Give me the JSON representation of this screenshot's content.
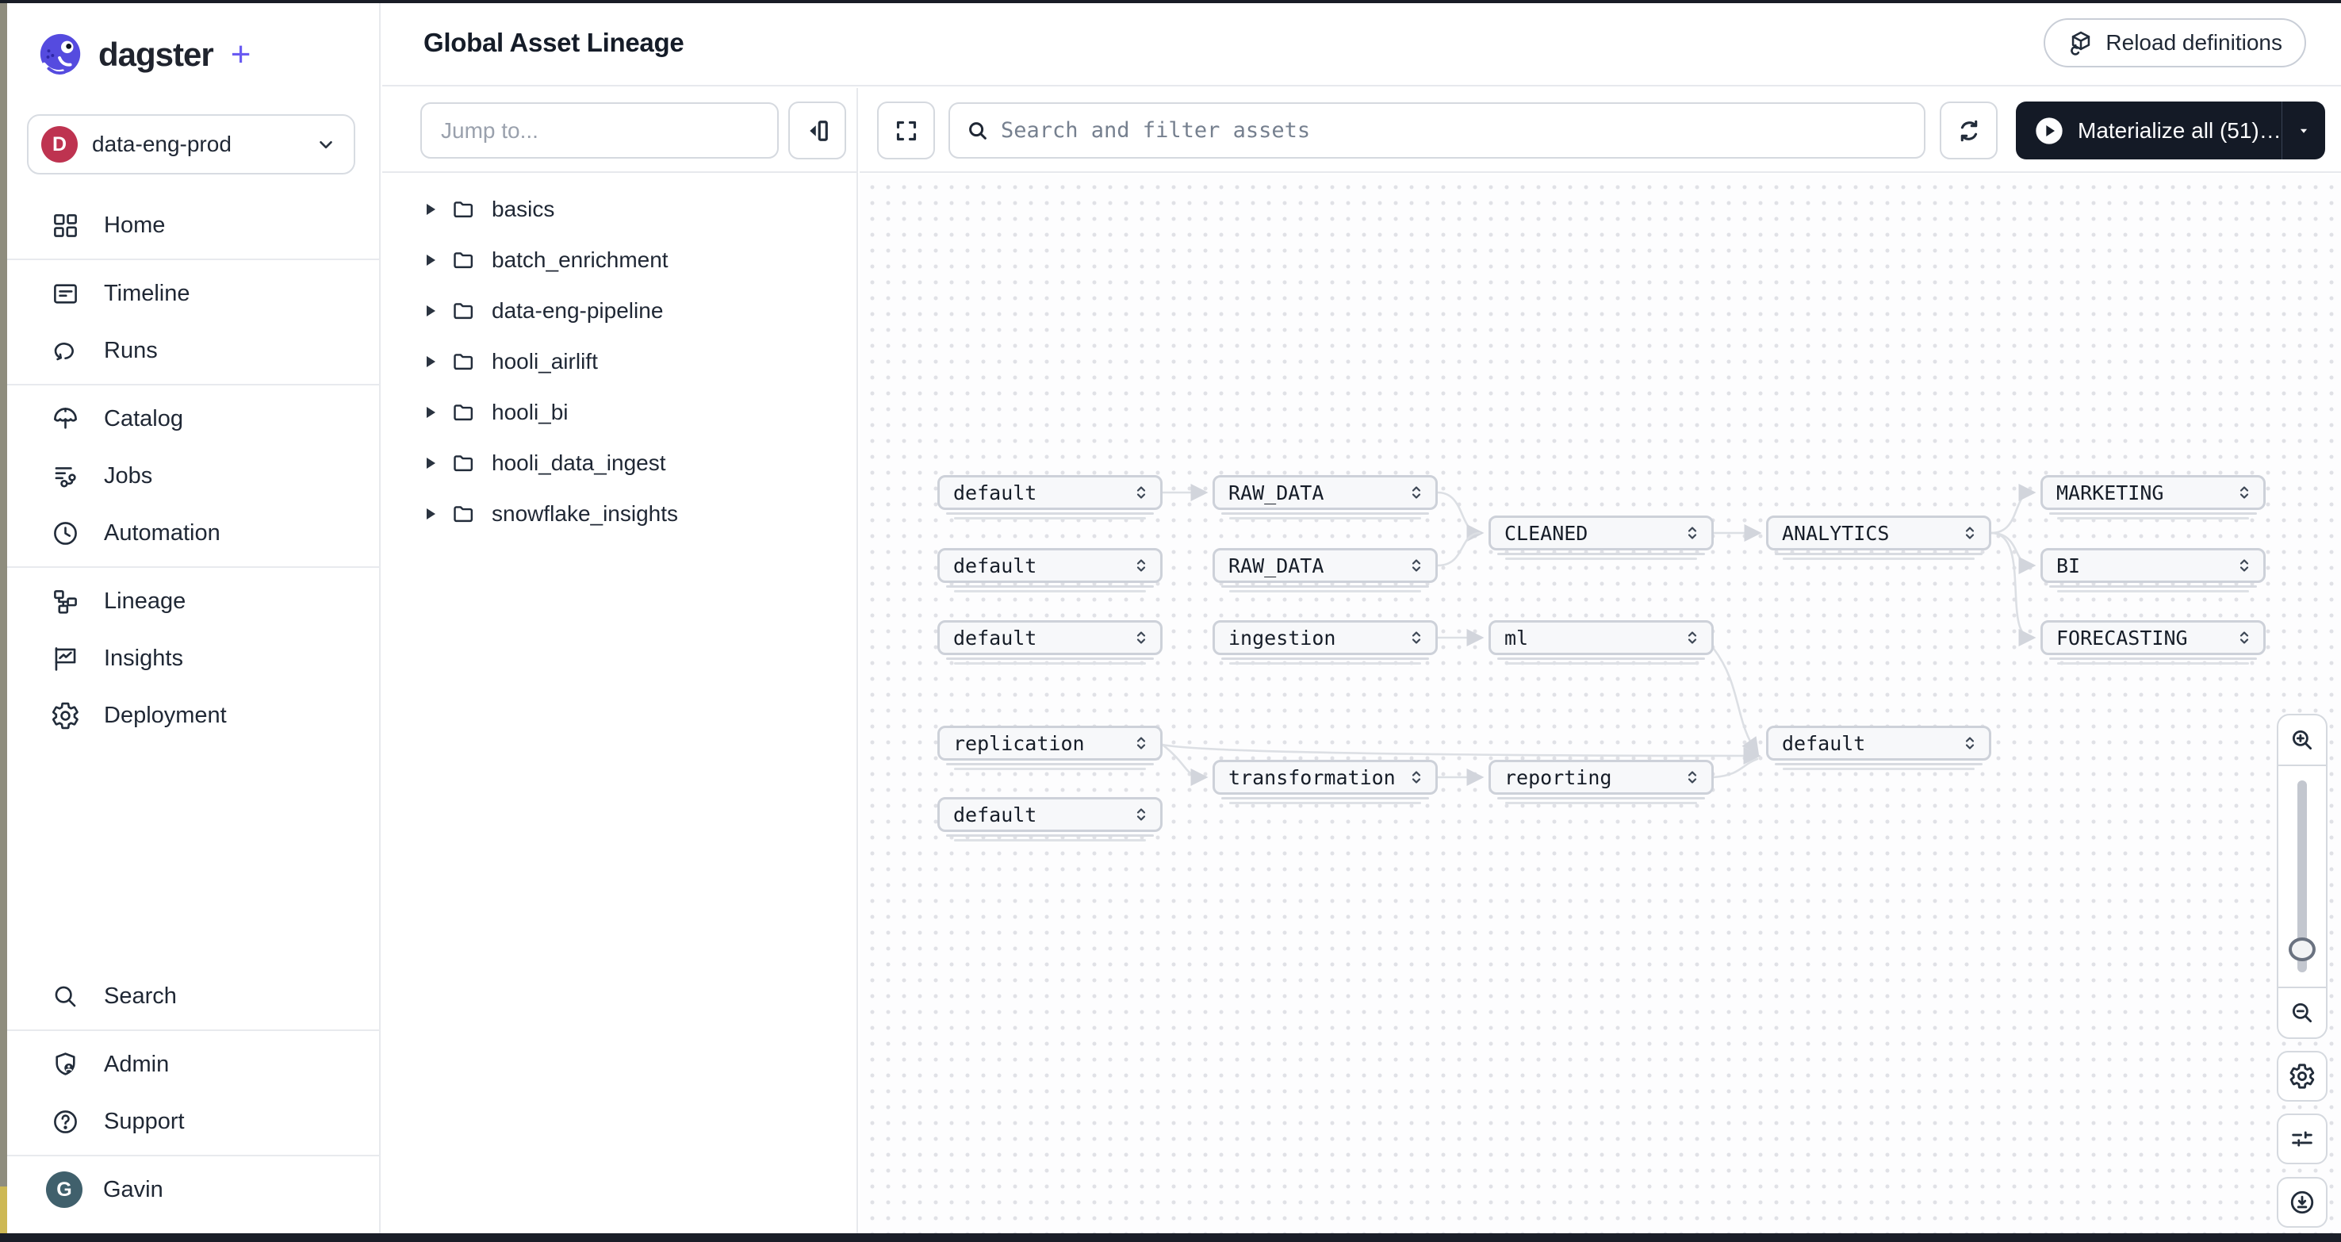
{
  "brand": {
    "name": "dagster",
    "plus": "+"
  },
  "sidebar": {
    "deployment_switcher": {
      "initial": "D",
      "label": "data-eng-prod"
    },
    "nav": [
      {
        "label": "Home",
        "icon": "home-icon"
      },
      {
        "label": "Timeline",
        "icon": "timeline-icon"
      },
      {
        "label": "Runs",
        "icon": "runs-icon"
      },
      {
        "label": "Catalog",
        "icon": "catalog-icon"
      },
      {
        "label": "Jobs",
        "icon": "jobs-icon"
      },
      {
        "label": "Automation",
        "icon": "automation-icon"
      },
      {
        "label": "Lineage",
        "icon": "lineage-icon"
      },
      {
        "label": "Insights",
        "icon": "insights-icon"
      },
      {
        "label": "Deployment",
        "icon": "deployment-icon"
      }
    ],
    "footer_nav": [
      {
        "label": "Search",
        "icon": "search-icon"
      },
      {
        "label": "Admin",
        "icon": "shield-person-icon"
      },
      {
        "label": "Support",
        "icon": "help-icon"
      }
    ],
    "user": {
      "initial": "G",
      "name": "Gavin"
    }
  },
  "header": {
    "title": "Global Asset Lineage",
    "reload_button_label": "Reload definitions"
  },
  "toolbar": {
    "jump_to_placeholder": "Jump to...",
    "search_placeholder": "Search and filter assets",
    "materialize_button_label": "Materialize all (51)…"
  },
  "asset_tree": {
    "folders": [
      "basics",
      "batch_enrichment",
      "data-eng-pipeline",
      "hooli_airlift",
      "hooli_bi",
      "hooli_data_ingest",
      "snowflake_insights"
    ]
  },
  "graph": {
    "nodes": [
      {
        "label": "default"
      },
      {
        "label": "RAW_DATA"
      },
      {
        "label": "default"
      },
      {
        "label": "RAW_DATA"
      },
      {
        "label": "CLEANED"
      },
      {
        "label": "ANALYTICS"
      },
      {
        "label": "MARKETING"
      },
      {
        "label": "BI"
      },
      {
        "label": "default"
      },
      {
        "label": "ingestion"
      },
      {
        "label": "ml"
      },
      {
        "label": "FORECASTING"
      },
      {
        "label": "replication"
      },
      {
        "label": "default"
      },
      {
        "label": "transformation"
      },
      {
        "label": "reporting"
      },
      {
        "label": "default"
      }
    ]
  },
  "colors": {
    "accent_purple": "#6A5BF2",
    "dark_button": "#141A26",
    "deployment_avatar": "#BE3350",
    "user_avatar": "#40606C",
    "edge": "#DCDFE4",
    "node_border": "#CDD1D9"
  }
}
